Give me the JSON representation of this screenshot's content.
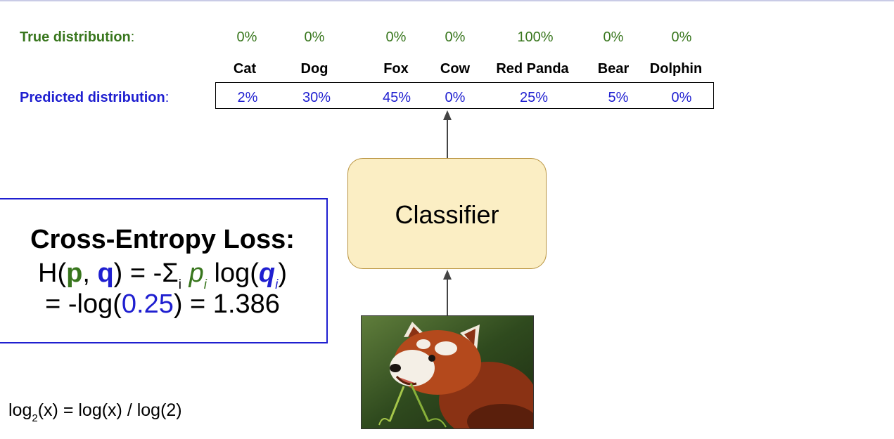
{
  "rows": {
    "true_label": "True distribution",
    "pred_label": "Predicted distribution",
    "colon": ":"
  },
  "classes": [
    {
      "name": "Cat",
      "true": "0%",
      "pred": "2%"
    },
    {
      "name": "Dog",
      "true": "0%",
      "pred": "30%"
    },
    {
      "name": "Fox",
      "true": "0%",
      "pred": "45%"
    },
    {
      "name": "Cow",
      "true": "0%",
      "pred": "0%"
    },
    {
      "name": "Red Panda",
      "true": "100%",
      "pred": "25%"
    },
    {
      "name": "Bear",
      "true": "0%",
      "pred": "5%"
    },
    {
      "name": "Dolphin",
      "true": "0%",
      "pred": "0%"
    }
  ],
  "classifier": {
    "label": "Classifier"
  },
  "loss": {
    "title": "Cross-Entropy Loss:",
    "formula": {
      "h_open": "H(",
      "p": "p",
      "comma": ", ",
      "q": "q",
      "close_eq": ") = -Σ",
      "sub_i": "i",
      "space": " ",
      "p_i": "p",
      "sub_p_i": "i",
      "log_open": " log(",
      "q_i": "q",
      "sub_q_i": "i",
      "close": ")"
    },
    "result": {
      "prefix": "= -log(",
      "value": "0.25",
      "suffix": ") = 1.386"
    }
  },
  "note": {
    "log": "log",
    "sub": "2",
    "rest": "(x) = log(x) / log(2)"
  },
  "colors": {
    "true": "#38761d",
    "pred": "#1f1fd0",
    "classifier_fill": "#fbeec4",
    "classifier_border": "#b8923d"
  }
}
